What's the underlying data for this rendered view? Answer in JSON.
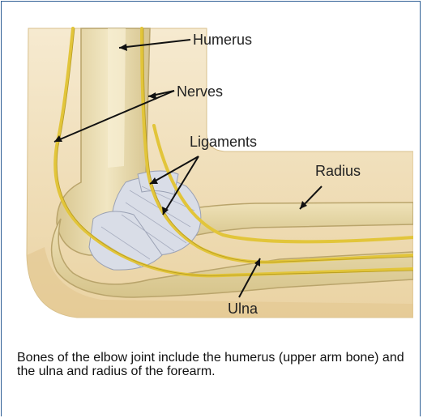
{
  "figure": {
    "labels": {
      "humerus": "Humerus",
      "nerves": "Nerves",
      "ligaments": "Ligaments",
      "radius": "Radius",
      "ulna": "Ulna"
    },
    "caption": "Bones of the elbow joint include the humerus (upper arm bone) and the ulna and radius of the forearm."
  },
  "colors": {
    "frame": "#2f5f95",
    "skin": "#f3e3bf",
    "bone": "#e0d09a",
    "nerve": "#e8cf3e",
    "ligament": "#d9dde7"
  }
}
